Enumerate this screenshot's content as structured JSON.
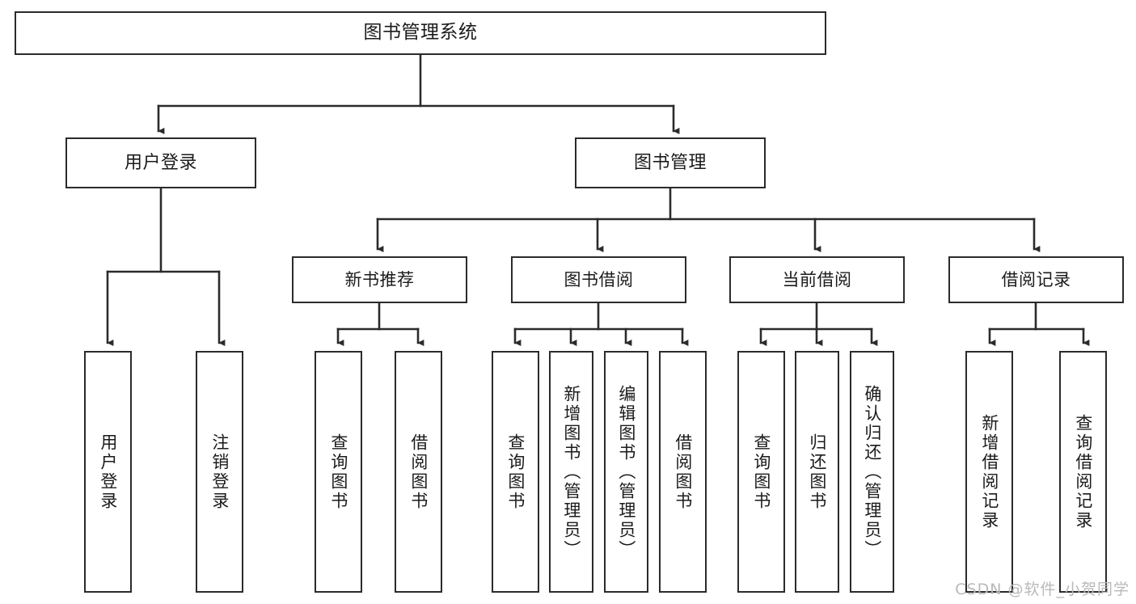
{
  "diagram": {
    "title": "图书管理系统",
    "type": "tree-hierarchy",
    "root": {
      "id": "root",
      "label": "图书管理系统"
    },
    "level2": [
      {
        "id": "user-login",
        "label": "用户登录"
      },
      {
        "id": "book-manage",
        "label": "图书管理"
      }
    ],
    "level3": [
      {
        "id": "new-book-recommend",
        "label": "新书推荐",
        "parent": "book-manage"
      },
      {
        "id": "book-borrow",
        "label": "图书借阅",
        "parent": "book-manage"
      },
      {
        "id": "current-borrow",
        "label": "当前借阅",
        "parent": "book-manage"
      },
      {
        "id": "borrow-record",
        "label": "借阅记录",
        "parent": "book-manage"
      }
    ],
    "leaves": {
      "user-login": [
        {
          "id": "leaf-user-login",
          "label": "用户登录"
        },
        {
          "id": "leaf-logout-login",
          "label": "注销登录"
        }
      ],
      "new-book-recommend": [
        {
          "id": "leaf-query-book-1",
          "label": "查询图书"
        },
        {
          "id": "leaf-borrow-book-1",
          "label": "借阅图书"
        }
      ],
      "book-borrow": [
        {
          "id": "leaf-query-book-2",
          "label": "查询图书"
        },
        {
          "id": "leaf-add-book",
          "label": "新增图书（管理员）"
        },
        {
          "id": "leaf-edit-book",
          "label": "编辑图书（管理员）"
        },
        {
          "id": "leaf-borrow-book-2",
          "label": "借阅图书"
        }
      ],
      "current-borrow": [
        {
          "id": "leaf-query-book-3",
          "label": "查询图书"
        },
        {
          "id": "leaf-return-book",
          "label": "归还图书"
        },
        {
          "id": "leaf-confirm-return",
          "label": "确认归还（管理员）"
        }
      ],
      "borrow-record": [
        {
          "id": "leaf-add-record",
          "label": "新增借阅记录"
        },
        {
          "id": "leaf-query-record",
          "label": "查询借阅记录"
        }
      ]
    }
  },
  "watermark": {
    "text": "CSDN @软件_小贺同学"
  },
  "colors": {
    "stroke": "#2b2b2b",
    "box_fill": "#ffffff",
    "text": "#1b1b1b",
    "watermark": "#b9b9b9",
    "background": "#ffffff"
  }
}
